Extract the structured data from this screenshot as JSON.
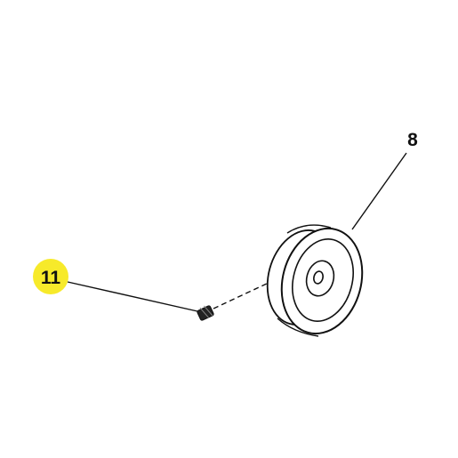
{
  "diagram": {
    "callouts": [
      {
        "id": "part-8",
        "label": "8",
        "highlighted": false
      },
      {
        "id": "part-11",
        "label": "11",
        "highlighted": true
      }
    ],
    "colors": {
      "line": "#111111",
      "background": "#ffffff",
      "highlight": "#f7ea2a"
    }
  }
}
